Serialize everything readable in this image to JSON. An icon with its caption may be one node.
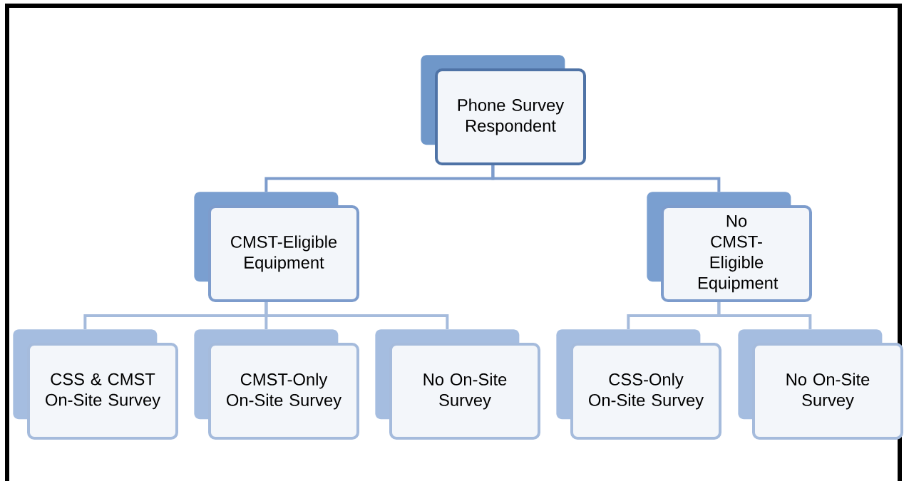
{
  "diagram": {
    "nodes": [
      {
        "text": [
          "Phone Survey Respondent"
        ]
      },
      {
        "text": [
          "CMST-Eligible Equipment"
        ]
      },
      {
        "text": [
          "No CMST-Eligible Equipment"
        ]
      },
      {
        "text": [
          "CSS & CMST On-Site Survey"
        ]
      },
      {
        "text": [
          "CMST-Only On-Site Survey"
        ]
      },
      {
        "text": [
          "No On-Site Survey"
        ]
      },
      {
        "text": [
          "CSS-Only On-Site Survey"
        ]
      },
      {
        "text": [
          "No On-Site Survey"
        ]
      }
    ],
    "edges": [
      {
        "from": 0,
        "to": 1,
        "arrow": "none",
        "color": "#7d9ccc"
      },
      {
        "from": 0,
        "to": 2,
        "arrow": "none",
        "color": "#7d9ccc"
      },
      {
        "from": 1,
        "to": 3,
        "arrow": "none"
      },
      {
        "from": 1,
        "to": 4,
        "arrow": "none"
      },
      {
        "from": 1,
        "to": 5,
        "arrow": "none"
      },
      {
        "from": 2,
        "to": 6,
        "arrow": "none"
      },
      {
        "from": 2,
        "to": 7,
        "arrow": "none"
      }
    ]
  }
}
